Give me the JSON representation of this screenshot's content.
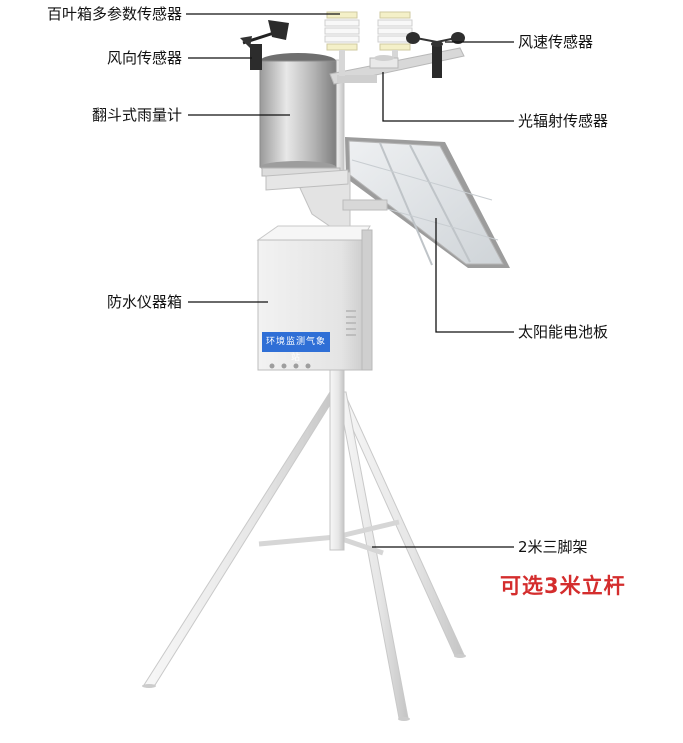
{
  "labels": {
    "thermo_hygro_sensor": "百叶箱多参数传感器",
    "wind_direction_sensor": "风向传感器",
    "rain_gauge": "翻斗式雨量计",
    "wind_speed_sensor": "风速传感器",
    "radiation_sensor": "光辐射传感器",
    "instrument_box": "防水仪器箱",
    "solar_panel": "太阳能电池板",
    "tripod": "2米三脚架",
    "pole_option": "可选3米立杆"
  },
  "box_plate": {
    "title": "环境监测气象站"
  },
  "colors": {
    "line": "#111111",
    "callout": "#d42d2d",
    "plate_blue": "#2f6fd6",
    "metal_light": "#d9d9d9",
    "metal_dark": "#8e8e8e",
    "panel_frame": "#a7a7a7",
    "panel_cell": "#dfe3e6"
  }
}
